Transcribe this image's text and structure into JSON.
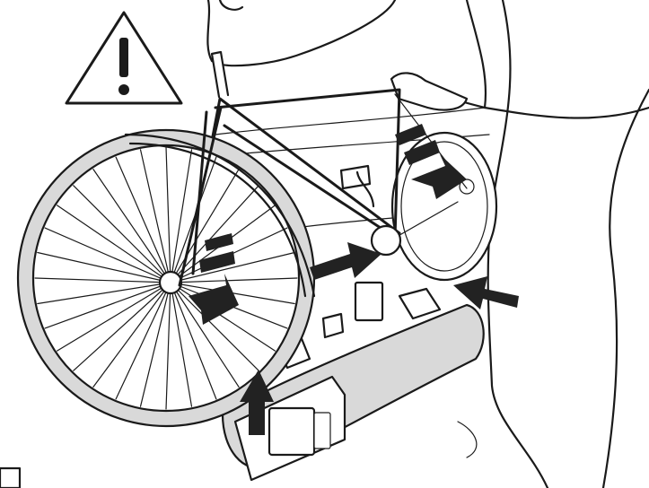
{
  "illustration": {
    "warning_symbol": "warning-triangle-icon",
    "subject": "bicycle-being-lifted-onto-rack",
    "arrows": [
      {
        "icon": "arrow-down-icon",
        "target": "front-wheel-axle"
      },
      {
        "icon": "arrow-down-icon",
        "target": "rear-frame"
      },
      {
        "icon": "arrow-right-icon",
        "target": "frame-clamp"
      },
      {
        "icon": "arrow-left-icon",
        "target": "rear-wheel-holder"
      },
      {
        "icon": "arrow-up-icon",
        "target": "front-wheel-holder"
      }
    ]
  },
  "colors": {
    "line": "#1a1a1a",
    "tire": "#d9d9d9",
    "arrow": "#222222",
    "background": "#ffffff"
  }
}
